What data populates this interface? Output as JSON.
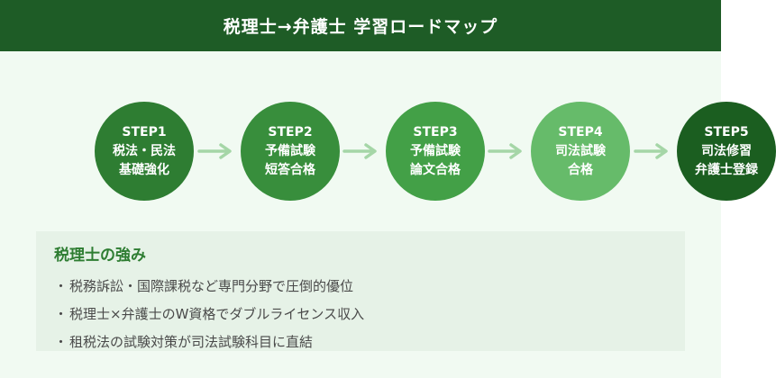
{
  "header": {
    "title": "税理士→弁護士 学習ロードマップ",
    "bg_color": "#1e5c26"
  },
  "roadmap": {
    "arrow_color": "#a5d6a7",
    "steps": [
      {
        "label": "STEP1",
        "line1": "税法・民法",
        "line2": "基礎強化",
        "color": "#2e7d32"
      },
      {
        "label": "STEP2",
        "line1": "予備試験",
        "line2": "短答合格",
        "color": "#388e3c"
      },
      {
        "label": "STEP3",
        "line1": "予備試験",
        "line2": "論文合格",
        "color": "#43a047"
      },
      {
        "label": "STEP4",
        "line1": "司法試験",
        "line2": "合格",
        "color": "#66bb6a"
      },
      {
        "label": "STEP5",
        "line1": "司法修習",
        "line2": "弁護士登録",
        "color": "#1b5e20"
      }
    ]
  },
  "strengths": {
    "title": "税理士の強み",
    "marker": "・",
    "items": [
      "税務訴訟・国際課税など専門分野で圧倒的優位",
      "税理士×弁護士のW資格でダブルライセンス収入",
      "租税法の試験対策が司法試験科目に直結"
    ]
  },
  "colors": {
    "page_bg": "#f1faf2",
    "panel_bg": "#e6f2e7",
    "panel_title_green": "#2e7d32",
    "body_text": "#4a4a4a",
    "step_text": "#ffffff"
  }
}
